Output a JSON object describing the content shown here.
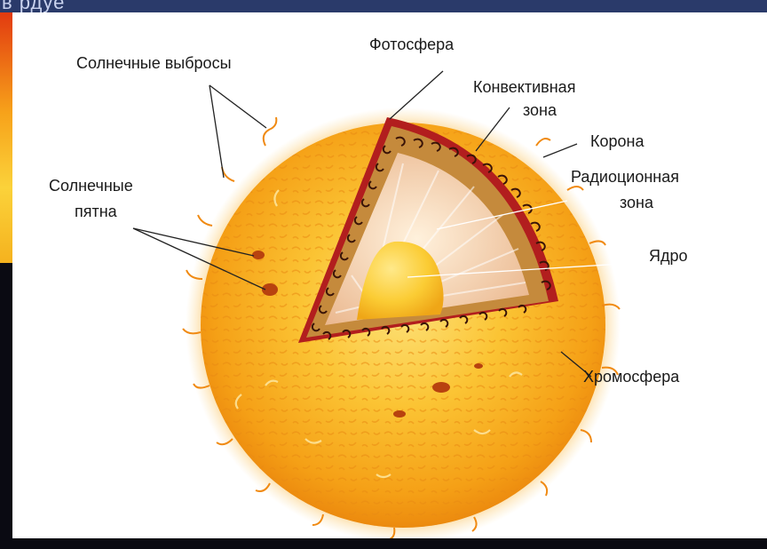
{
  "header": {
    "partial_title": "в рдуе"
  },
  "labels": {
    "prominences": "Солнечные выбросы",
    "photosphere": "Фотосфера",
    "convective_line1": "Конвективная",
    "convective_line2": "зона",
    "corona": "Корона",
    "sunspots_line1": "Солнечные",
    "sunspots_line2": "пятна",
    "radiative_line1": "Радиоционная",
    "radiative_line2": "зона",
    "core": "Ядро",
    "chromosphere": "Хромосфера"
  },
  "colors": {
    "sun_outer": "#f39a12",
    "sun_mid": "#f8b61c",
    "sun_inner": "#fcd24a",
    "cut_rim": "#b21e1e",
    "convective_band": "#c58a3c",
    "radiative_zone": "#f3c7a0",
    "core": "#f9c52a",
    "sunspot": "#b8420f",
    "panel": "#ffffff",
    "background": "#0a0a12"
  }
}
